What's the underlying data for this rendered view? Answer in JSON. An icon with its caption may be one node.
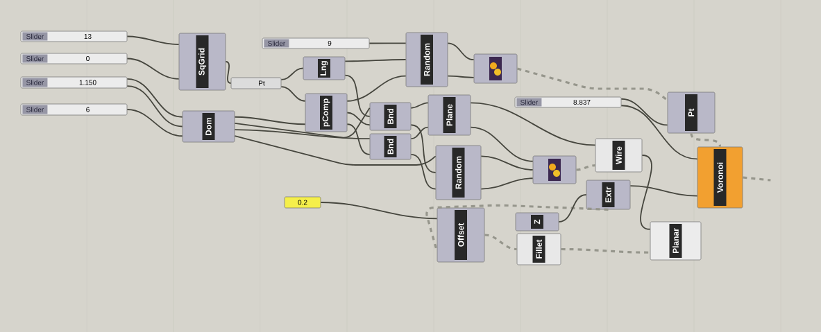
{
  "diagram": {
    "nodes": [
      {
        "text": [
          "Slider",
          "13"
        ]
      },
      {
        "text": [
          "Slider",
          "0"
        ]
      },
      {
        "text": [
          "Slider",
          "1.150"
        ]
      },
      {
        "text": [
          "Slider",
          "6"
        ]
      },
      {
        "text": [
          "SqGrid"
        ]
      },
      {
        "text": [
          "Dom"
        ]
      },
      {
        "text": [
          "Pt"
        ]
      },
      {
        "text": [
          "Slider",
          "9"
        ]
      },
      {
        "text": [
          "Lng"
        ]
      },
      {
        "text": [
          "pComp"
        ]
      },
      {
        "text": [
          "Random"
        ]
      },
      {
        "text": [],
        "shape": "picture"
      },
      {
        "text": [
          "Bnd"
        ]
      },
      {
        "text": [
          "Bnd"
        ]
      },
      {
        "text": [
          "Plane"
        ]
      },
      {
        "text": [
          "Random"
        ]
      },
      {
        "text": [
          "Slider",
          "8.837"
        ]
      },
      {
        "text": [
          "Pt"
        ]
      },
      {
        "text": [
          "Wire"
        ]
      },
      {
        "text": [],
        "shape": "picture"
      },
      {
        "text": [
          "Extr"
        ]
      },
      {
        "text": [
          "Voronoi"
        ]
      },
      {
        "text": [
          "0.2"
        ]
      },
      {
        "text": [
          "Offset"
        ]
      },
      {
        "text": [
          "Z"
        ]
      },
      {
        "text": [
          "Fillet"
        ]
      },
      {
        "text": [
          "Planar"
        ]
      }
    ],
    "edges": [
      {
        "from": 0,
        "to": 4,
        "arrow": "none"
      },
      {
        "from": 1,
        "to": 4,
        "arrow": "none"
      },
      {
        "from": 2,
        "to": 5,
        "arrow": "none"
      },
      {
        "from": 2,
        "to": 5,
        "arrow": "none"
      },
      {
        "from": 3,
        "to": 5,
        "arrow": "none"
      },
      {
        "from": 4,
        "to": 6,
        "arrow": "none"
      },
      {
        "from": 6,
        "to": 8,
        "arrow": "none"
      },
      {
        "from": 6,
        "to": 9,
        "arrow": "none"
      },
      {
        "from": 5,
        "to": 9,
        "arrow": "none"
      },
      {
        "from": 5,
        "to": 12,
        "arrow": "none"
      },
      {
        "from": 5,
        "to": 13,
        "arrow": "none"
      },
      {
        "from": 5,
        "to": 15,
        "arrow": "none"
      },
      {
        "from": 7,
        "to": 10,
        "arrow": "none"
      },
      {
        "from": 8,
        "to": 10,
        "arrow": "none"
      },
      {
        "from": 8,
        "to": 12,
        "arrow": "none"
      },
      {
        "from": 9,
        "to": 10,
        "arrow": "none"
      },
      {
        "from": 9,
        "to": 12,
        "arrow": "none"
      },
      {
        "from": 9,
        "to": 13,
        "arrow": "none"
      },
      {
        "from": 10,
        "to": 11,
        "arrow": "none"
      },
      {
        "from": 10,
        "to": 11,
        "arrow": "none"
      },
      {
        "from": 11,
        "to": 17,
        "arrow": "none",
        "style": "dashed"
      },
      {
        "from": 12,
        "to": 14,
        "arrow": "none"
      },
      {
        "from": 13,
        "to": 14,
        "arrow": "none"
      },
      {
        "from": 12,
        "to": 15,
        "arrow": "none"
      },
      {
        "from": 13,
        "to": 15,
        "arrow": "none"
      },
      {
        "from": 14,
        "to": 18,
        "arrow": "none"
      },
      {
        "from": 14,
        "to": 19,
        "arrow": "none"
      },
      {
        "from": 15,
        "to": 19,
        "arrow": "none"
      },
      {
        "from": 15,
        "to": 19,
        "arrow": "none"
      },
      {
        "from": 16,
        "to": 17,
        "arrow": "none"
      },
      {
        "from": 16,
        "to": 21,
        "arrow": "none"
      },
      {
        "from": 19,
        "to": 18,
        "arrow": "none",
        "style": "dashed"
      },
      {
        "from": 18,
        "to": 26,
        "arrow": "none"
      },
      {
        "from": 17,
        "to": 21,
        "arrow": "none",
        "style": "dashed"
      },
      {
        "from": 20,
        "to": 21,
        "arrow": "none"
      },
      {
        "from": 22,
        "to": 23,
        "arrow": "none"
      },
      {
        "from": 20,
        "to": 23,
        "arrow": "none",
        "style": "dashed"
      },
      {
        "from": 23,
        "to": 25,
        "arrow": "none",
        "style": "dashed"
      },
      {
        "from": 24,
        "to": 20,
        "arrow": "none"
      },
      {
        "from": 25,
        "to": 26,
        "arrow": "none",
        "style": "dashed"
      },
      {
        "from": 21,
        "to": null,
        "arrow": "none",
        "style": "dashed"
      }
    ]
  }
}
